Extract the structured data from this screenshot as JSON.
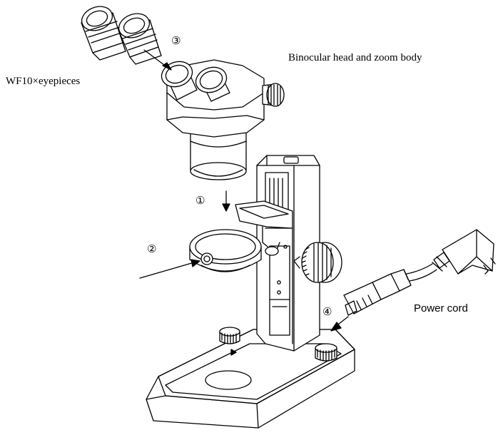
{
  "labels": {
    "eyepieces": "WF10×eyepieces",
    "head": "Binocular head and zoom body",
    "power_cord": "Power cord"
  },
  "steps": {
    "one": "①",
    "two": "②",
    "three": "③",
    "four": "④"
  }
}
